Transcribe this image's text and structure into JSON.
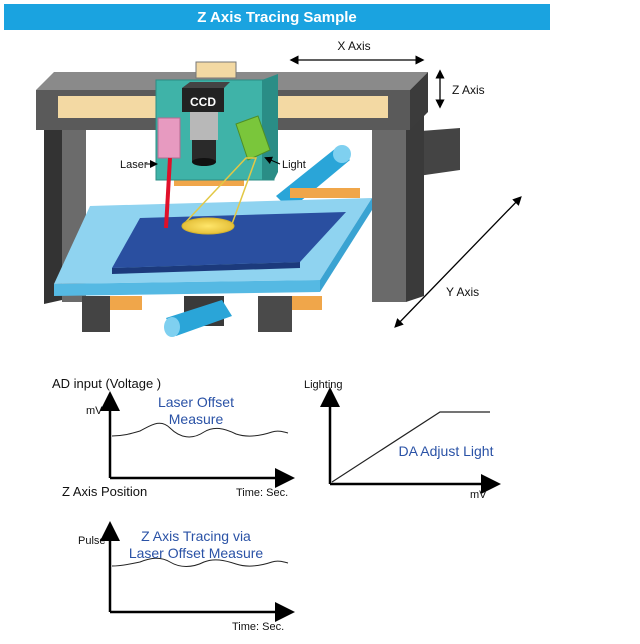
{
  "title": "Z Axis Tracing Sample",
  "machine": {
    "x_axis": "X Axis",
    "z_axis": "Z Axis",
    "y_axis": "Y Axis",
    "ccd": "CCD",
    "laser": "Laser",
    "light": "Light"
  },
  "graph1": {
    "title": "AD input  (Voltage )",
    "y_unit": "mV",
    "caption": "Laser Offset Measure",
    "caption_line1": "Laser Offset",
    "caption_line2": "Measure",
    "x_label": "Time: Sec.",
    "below_label": "Z Axis Position"
  },
  "graph2": {
    "y_label": "Lighting",
    "caption": "DA Adjust Light",
    "x_label": "mV"
  },
  "graph3": {
    "y_label": "Pulse",
    "caption_line1": "Z Axis Tracing via",
    "caption_line2": "Laser Offset Measure",
    "x_label": "Time: Sec."
  },
  "colors": {
    "header": "#1aa3e0",
    "frame": "#555555",
    "head": "#3fb3a8",
    "stage": "#8fd3f0",
    "plate": "#2a4fa0",
    "caption": "#2a52a6"
  }
}
